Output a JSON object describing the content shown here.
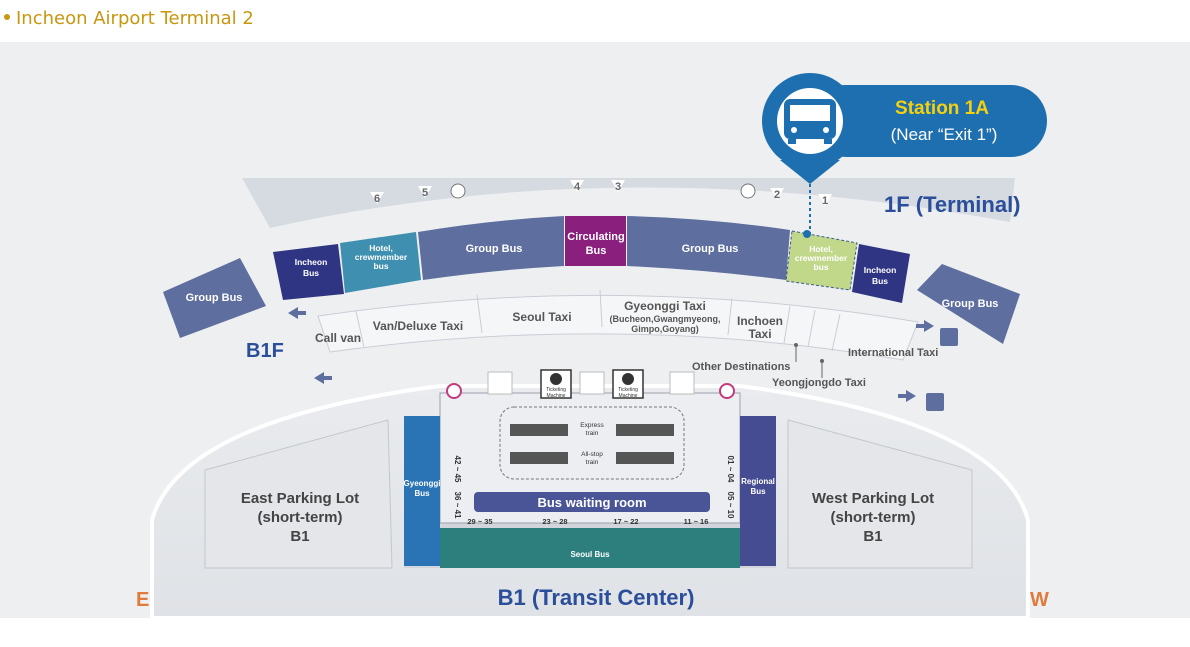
{
  "header": {
    "title": "Incheon Airport Terminal 2"
  },
  "callout": {
    "station": "Station 1A",
    "note": "(Near “Exit 1”)",
    "icon": "bus-icon"
  },
  "levels": {
    "terminal_1f": "1F (Terminal)",
    "b1f": "B1F",
    "transit": "B1 (Transit Center)"
  },
  "compass": {
    "east": "E",
    "west": "W"
  },
  "doors": [
    "6",
    "5",
    "4",
    "3",
    "2",
    "1"
  ],
  "bays": {
    "incheon_bus": [
      "Incheon",
      "Bus"
    ],
    "hotel_crew": [
      "Hotel,",
      "crewmember",
      "bus"
    ],
    "group_bus": "Group Bus",
    "circulating": [
      "Circulating",
      "Bus"
    ]
  },
  "taxi": {
    "call_van": "Call van",
    "van_deluxe": "Van/Deluxe Taxi",
    "seoul_taxi": "Seoul Taxi",
    "gyeonggi": [
      "Gyeonggi Taxi",
      "(Bucheon,Gwangmyeong,",
      "Gimpo,Goyang)"
    ],
    "incheon_taxi": [
      "Inchoen",
      "Taxi"
    ],
    "international": "International Taxi",
    "other": "Other Destinations",
    "yeongjongdo": "Yeongjongdo Taxi"
  },
  "transit": {
    "ticketing": [
      "Ticketing",
      "Machine"
    ],
    "express": [
      "Express",
      "train"
    ],
    "allstop": [
      "All-stop",
      "train"
    ],
    "waiting": "Bus waiting room",
    "gyeonggi_bus": [
      "Gyeonggi",
      "Bus"
    ],
    "regional_bus": [
      "Regional",
      "Bus"
    ],
    "seoul_bus": "Seoul Bus",
    "left_gates": [
      "42 ~ 45",
      "36 ~ 41"
    ],
    "right_gates": [
      "01 ~ 04",
      "05 ~ 10"
    ],
    "bottom_gates": [
      "29 ~ 35",
      "23 ~ 28",
      "17 ~ 22",
      "11 ~ 16"
    ]
  },
  "parking": {
    "east": [
      "East Parking Lot",
      "(short-term)",
      "B1"
    ],
    "west": [
      "West Parking Lot",
      "(short-term)",
      "B1"
    ]
  },
  "colors": {
    "navy": "#2f3582",
    "slate": "#5d6e9f",
    "purple": "#8a1f7e",
    "blue": "#1e6fb4",
    "teal": "#2d7f7e",
    "hotel": "#3e8fb0",
    "highlight": "#c1d88a",
    "gold": "#f5d10d",
    "accent_orange": "#e07b3c"
  }
}
